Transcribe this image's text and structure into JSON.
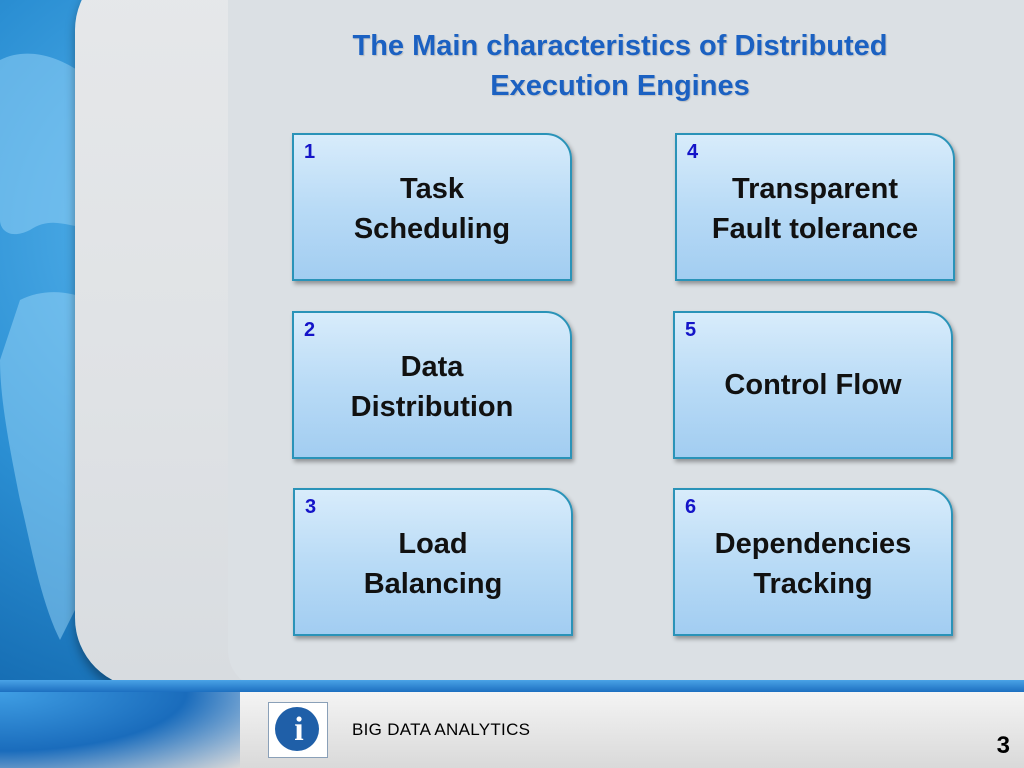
{
  "slide": {
    "title_line1": "The Main characteristics of Distributed",
    "title_line2": "Execution Engines",
    "footer_title": "BIG DATA ANALYTICS",
    "page_number": "3",
    "colors": {
      "title": "#1b61c2",
      "number": "#1414c8",
      "card_border": "#2a93b8"
    }
  },
  "cards": [
    {
      "number": "1",
      "line1": "Task",
      "line2": "Scheduling"
    },
    {
      "number": "2",
      "line1": "Data",
      "line2": "Distribution"
    },
    {
      "number": "3",
      "line1": "Load",
      "line2": "Balancing"
    },
    {
      "number": "4",
      "line1": "Transparent",
      "line2": "Fault tolerance"
    },
    {
      "number": "5",
      "line1": "Control Flow"
    },
    {
      "number": "6",
      "line1": "Dependencies",
      "line2": "Tracking"
    }
  ]
}
